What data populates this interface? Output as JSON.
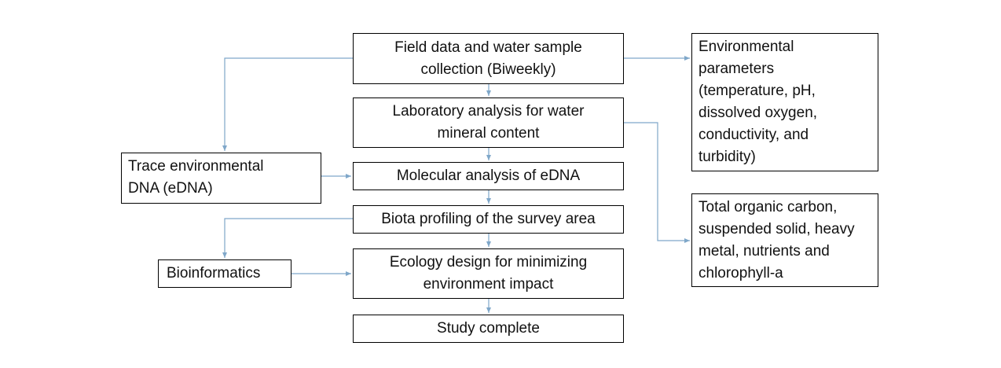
{
  "colors": {
    "connector": "#7fa7c9",
    "border": "#000000",
    "text": "#111111"
  },
  "boxes": {
    "field": "Field data and water sample\ncollection (Biweekly)",
    "lab": "Laboratory analysis for water\nmineral content",
    "molecular": "Molecular analysis of eDNA",
    "biota": "Biota profiling of the survey area",
    "ecology": "Ecology design for minimizing\nenvironment impact",
    "complete": "Study complete",
    "env_params": "Environmental\nparameters\n(temperature, pH,\ndissolved oxygen,\nconductivity, and\nturbidity)",
    "toc": "Total organic carbon,\nsuspended solid, heavy\nmetal, nutrients and\nchlorophyll-a",
    "trace": "Trace environmental\nDNA (eDNA)",
    "bioinfo": "Bioinformatics"
  }
}
